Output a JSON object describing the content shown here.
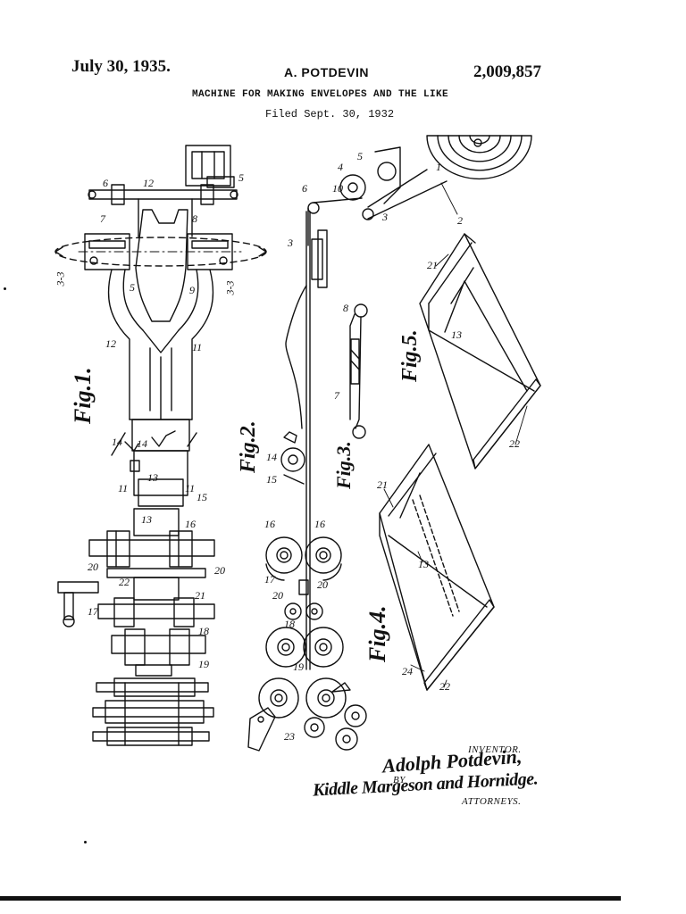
{
  "header": {
    "date": "July 30, 1935.",
    "inventor": "A. POTDEVIN",
    "patent_number": "2,009,857",
    "title": "MACHINE FOR MAKING ENVELOPES AND THE LIKE",
    "filed": "Filed Sept. 30, 1932"
  },
  "figures": {
    "fig1": "Fig.1.",
    "fig2": "Fig.2.",
    "fig3": "Fig.3.",
    "fig4": "Fig.4.",
    "fig5": "Fig.5."
  },
  "signature": {
    "inventor_label": "INVENTOR.",
    "inventor_signature": "Adolph Potdevin,",
    "by_label": "BY",
    "attorneys_signature": "Kiddle Margeson and Hornidge.",
    "attorneys_label": "ATTORNEYS."
  },
  "reference_numerals": {
    "n1": "1",
    "n2": "2",
    "n3": "3",
    "n4": "4",
    "n5": "5",
    "n6": "6",
    "n7": "7",
    "n8": "8",
    "n9": "9",
    "n10": "10",
    "n11": "11",
    "n12": "12",
    "n13": "13",
    "n14": "14",
    "n15": "15",
    "n16": "16",
    "n17": "17",
    "n18": "18",
    "n19": "19",
    "n20": "20",
    "n21": "21",
    "n22": "22",
    "n23": "23",
    "n24": "24",
    "section": "3-3"
  }
}
